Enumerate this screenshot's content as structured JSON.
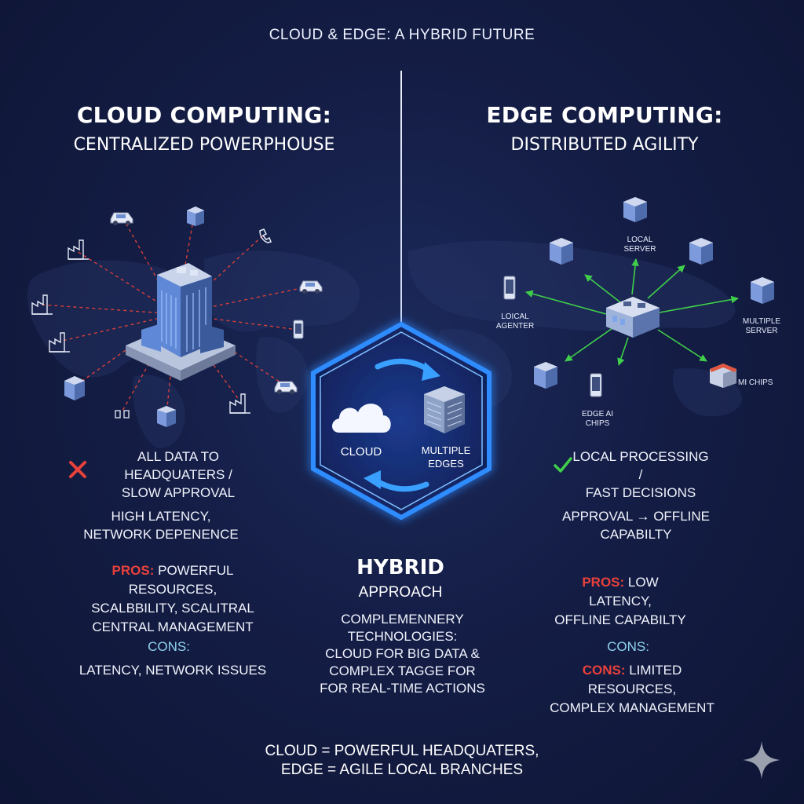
{
  "title": "CLOUD & EDGE: A HYBRID FUTURE",
  "colors": {
    "background": "#141d45",
    "cloud_link": "#d8403a",
    "edge_link": "#3fcf4a",
    "hex_glow": "#2f8cff",
    "cross": "#e8413b",
    "check": "#3fcf4a",
    "pros": "#e8413b",
    "cons": "#8fd2ef"
  },
  "cloud": {
    "title": "CLOUD COMPUTING:",
    "subtitle": "CENTRALIZED POWERPHOUSE",
    "icons": [
      "skyscraper-icon",
      "car-icon",
      "building-icon",
      "factory-icon",
      "phone-icon",
      "chip-icon"
    ],
    "point1": {
      "line1": "ALL DATA TO HEADQUATERS /",
      "line2": "SLOW APPROVAL"
    },
    "point2": {
      "line1": "HIGH LATENCY,",
      "line2": "NETWORK DEPENENCE"
    },
    "pros_label": "PROS:",
    "pros_line1": "POWERFUL RESOURCES,",
    "pros_line2": "SCALBBILITY, SCALITRAL",
    "pros_line3": "CENTRAL MANAGEMENT",
    "cons_label": "CONS:",
    "cons_text": "LATENCY, NETWORK ISSUES"
  },
  "edge": {
    "title": "EDGE COMPUTING:",
    "subtitle": "DISTRIBUTED AGILITY",
    "nodes": {
      "local_server": {
        "line1": "LOCAL",
        "line2": "SERVER"
      },
      "local_center": {
        "line1": "LOICAL",
        "line2": "AGENTER"
      },
      "multiple_server": {
        "line1": "MULTIPLE",
        "line2": "SERVER"
      },
      "edge_ai": {
        "line1": "EDGE AI",
        "line2": "CHIPS"
      },
      "chips": "MI CHIPS"
    },
    "point1": {
      "line1": "LOCAL PROCESSING /",
      "line2": "FAST DECISIONS"
    },
    "point2": {
      "line1": "APPROVAL → OFFLINE",
      "line2": "CAPABILTY"
    },
    "pros_label": "PROS:",
    "pros_line1": "LOW LATENCY,",
    "pros_line2": "OFFLINE CAPABILTY",
    "cons_label": "CONS:",
    "cons2_label": "CONS:",
    "cons2_line1": "LIMITED RESOURCES,",
    "cons2_line2": "COMPLEX MANAGEMENT"
  },
  "hybrid": {
    "cloud_label": "CLOUD",
    "edges_line1": "MULTIPLE",
    "edges_line2": "EDGES",
    "title": "HYBRID",
    "subtitle": "APPROACH",
    "line1": "COMPLEMENNERY TECHNOLOGIES:",
    "line2": "CLOUD FOR BIG DATA &",
    "line3": "COMPLEX TAGGE FOR",
    "line4": "FOR REAL-TIME ACTIONS"
  },
  "footer": {
    "line1": "CLOUD = POWERFUL HEADQUATERS,",
    "line2": "EDGE = AGILE LOCAL BRANCHES"
  }
}
